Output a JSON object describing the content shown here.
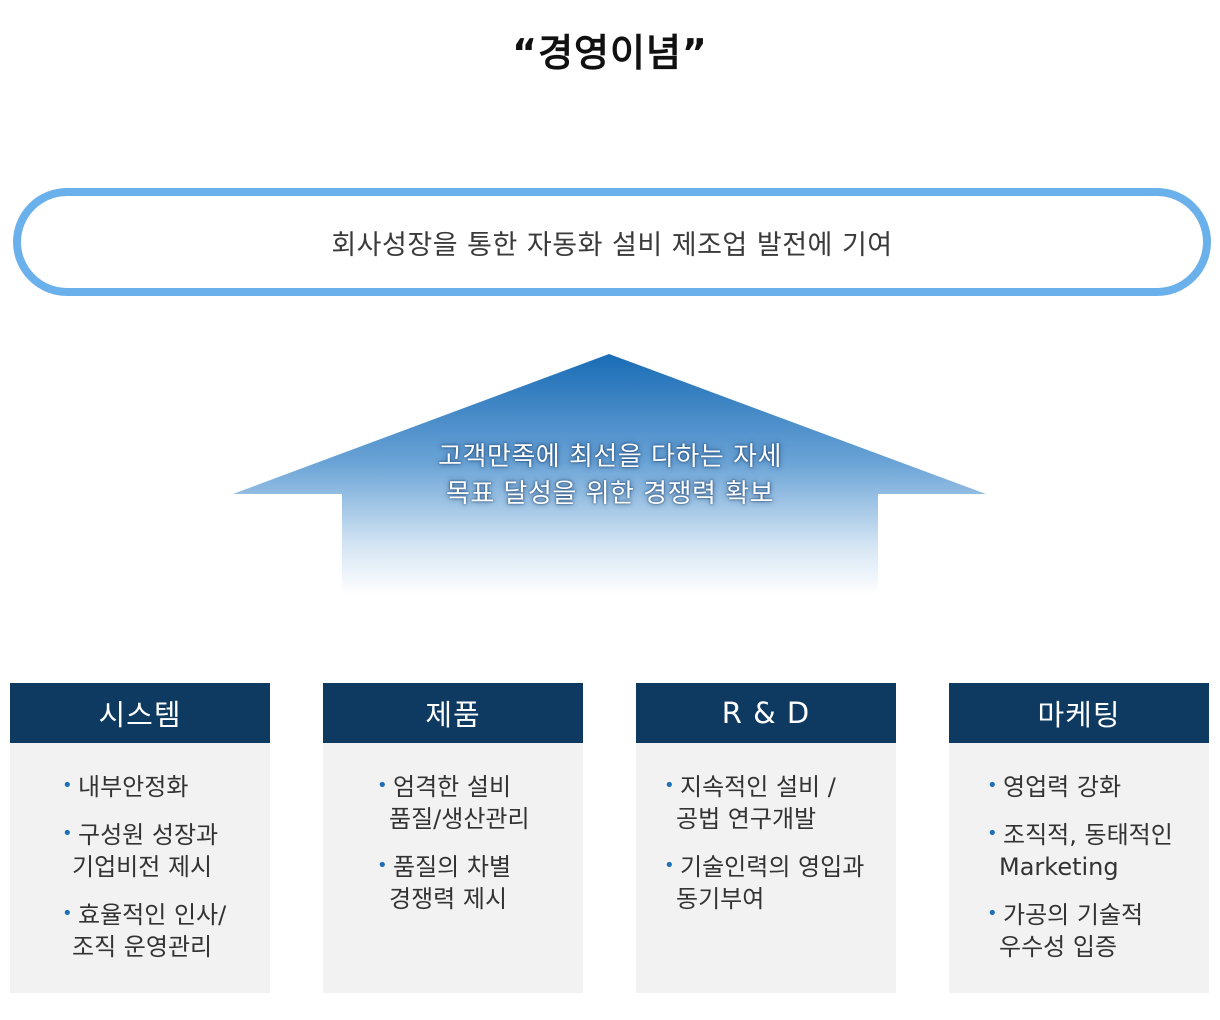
{
  "title": "“경영이념”",
  "mission": "회사성장을 통한 자동화 설비 제조업 발전에 기여",
  "arrow": {
    "line1": "고객만족에 최선을 다하는 자세",
    "line2": "목표 달성을 위한 경쟁력 확보"
  },
  "columns": [
    {
      "header": "시스템",
      "items": [
        [
          "내부안정화"
        ],
        [
          "구성원 성장과",
          "기업비전 제시"
        ],
        [
          "효율적인 인사/",
          "조직 운영관리"
        ]
      ]
    },
    {
      "header": "제품",
      "items": [
        [
          "엄격한 설비",
          "품질/생산관리"
        ],
        [
          "품질의 차별",
          "경쟁력 제시"
        ]
      ]
    },
    {
      "header": "R & D",
      "items": [
        [
          "지속적인 설비 /",
          "공법 연구개발"
        ],
        [
          "기술인력의 영입과",
          "동기부여"
        ]
      ]
    },
    {
      "header": "마케팅",
      "items": [
        [
          "영업력 강화"
        ],
        [
          "조직적, 동태적인",
          "Marketing"
        ],
        [
          "가공의 기술적",
          "우수성 입증"
        ]
      ]
    }
  ]
}
